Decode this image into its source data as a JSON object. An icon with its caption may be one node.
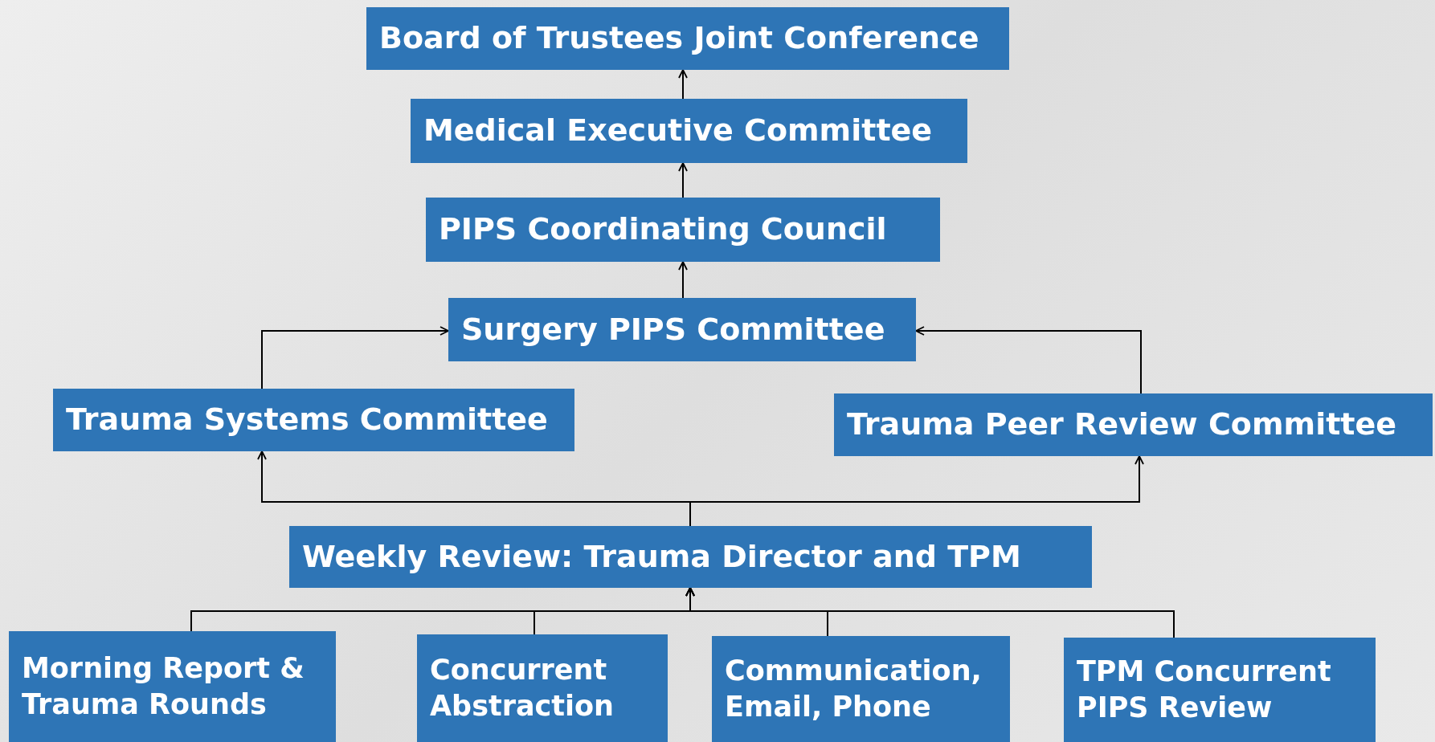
{
  "diagram": {
    "nodes": [
      {
        "text": [
          "Board of Trustees Joint Conference"
        ]
      },
      {
        "text": [
          "Medical Executive Committee"
        ]
      },
      {
        "text": [
          "PIPS Coordinating Council"
        ]
      },
      {
        "text": [
          "Surgery PIPS Committee"
        ]
      },
      {
        "text": [
          "Trauma Systems Committee"
        ]
      },
      {
        "text": [
          "Trauma Peer Review Committee"
        ]
      },
      {
        "text": [
          "Weekly Review: Trauma Director and TPM"
        ]
      },
      {
        "text": [
          "Morning Report & Trauma Rounds"
        ]
      },
      {
        "text": [
          "Concurrent Abstraction"
        ]
      },
      {
        "text": [
          "Communication, Email, Phone"
        ]
      },
      {
        "text": [
          "TPM Concurrent PIPS Review"
        ]
      }
    ],
    "edges": [
      {
        "from": 1,
        "to": 0,
        "arrow": "to"
      },
      {
        "from": 2,
        "to": 1,
        "arrow": "to"
      },
      {
        "from": 3,
        "to": 2,
        "arrow": "to"
      },
      {
        "from": 4,
        "to": 3,
        "arrow": "to"
      },
      {
        "from": 5,
        "to": 3,
        "arrow": "to"
      },
      {
        "from": 6,
        "to": 4,
        "arrow": "to"
      },
      {
        "from": 6,
        "to": 5,
        "arrow": "to"
      },
      {
        "from": 7,
        "to": 6,
        "arrow": "to"
      },
      {
        "from": 8,
        "to": 6,
        "arrow": "to"
      },
      {
        "from": 9,
        "to": 6,
        "arrow": "to"
      },
      {
        "from": 10,
        "to": 6,
        "arrow": "to"
      }
    ]
  }
}
